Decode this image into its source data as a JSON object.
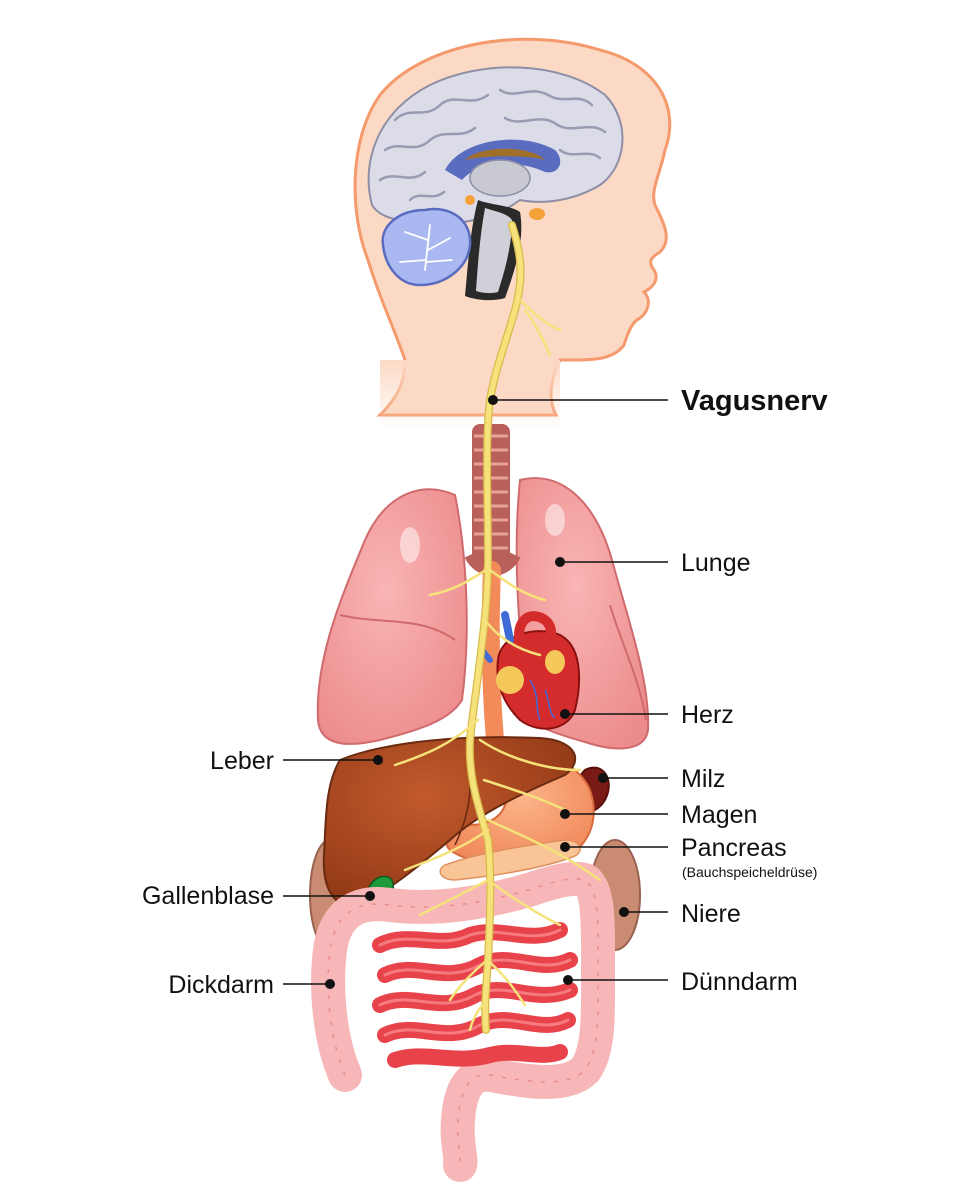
{
  "labels": {
    "vagusnerv": "Vagusnerv",
    "lunge": "Lunge",
    "herz": "Herz",
    "leber": "Leber",
    "milz": "Milz",
    "magen": "Magen",
    "pancreas": "Pancreas",
    "pancreas_sub": "(Bauchspeicheldrüse)",
    "gallenblase": "Gallenblase",
    "niere": "Niere",
    "dickdarm": "Dickdarm",
    "duenndarm": "Dünndarm"
  },
  "colors": {
    "skin": "#fcd9c4",
    "skin_outline": "#f49a6c",
    "brain": "#d9d9e6",
    "cerebellum": "#a9b8f0",
    "nerve": "#f5e27a",
    "lung": "#f4a0a0",
    "heart": "#d42c2c",
    "liver": "#a8421a",
    "stomach": "#f59a6a",
    "gallbladder": "#1f9a3a",
    "kidney": "#c98b72",
    "colon": "#f7b7b9",
    "small_intestine": "#e8434b"
  }
}
